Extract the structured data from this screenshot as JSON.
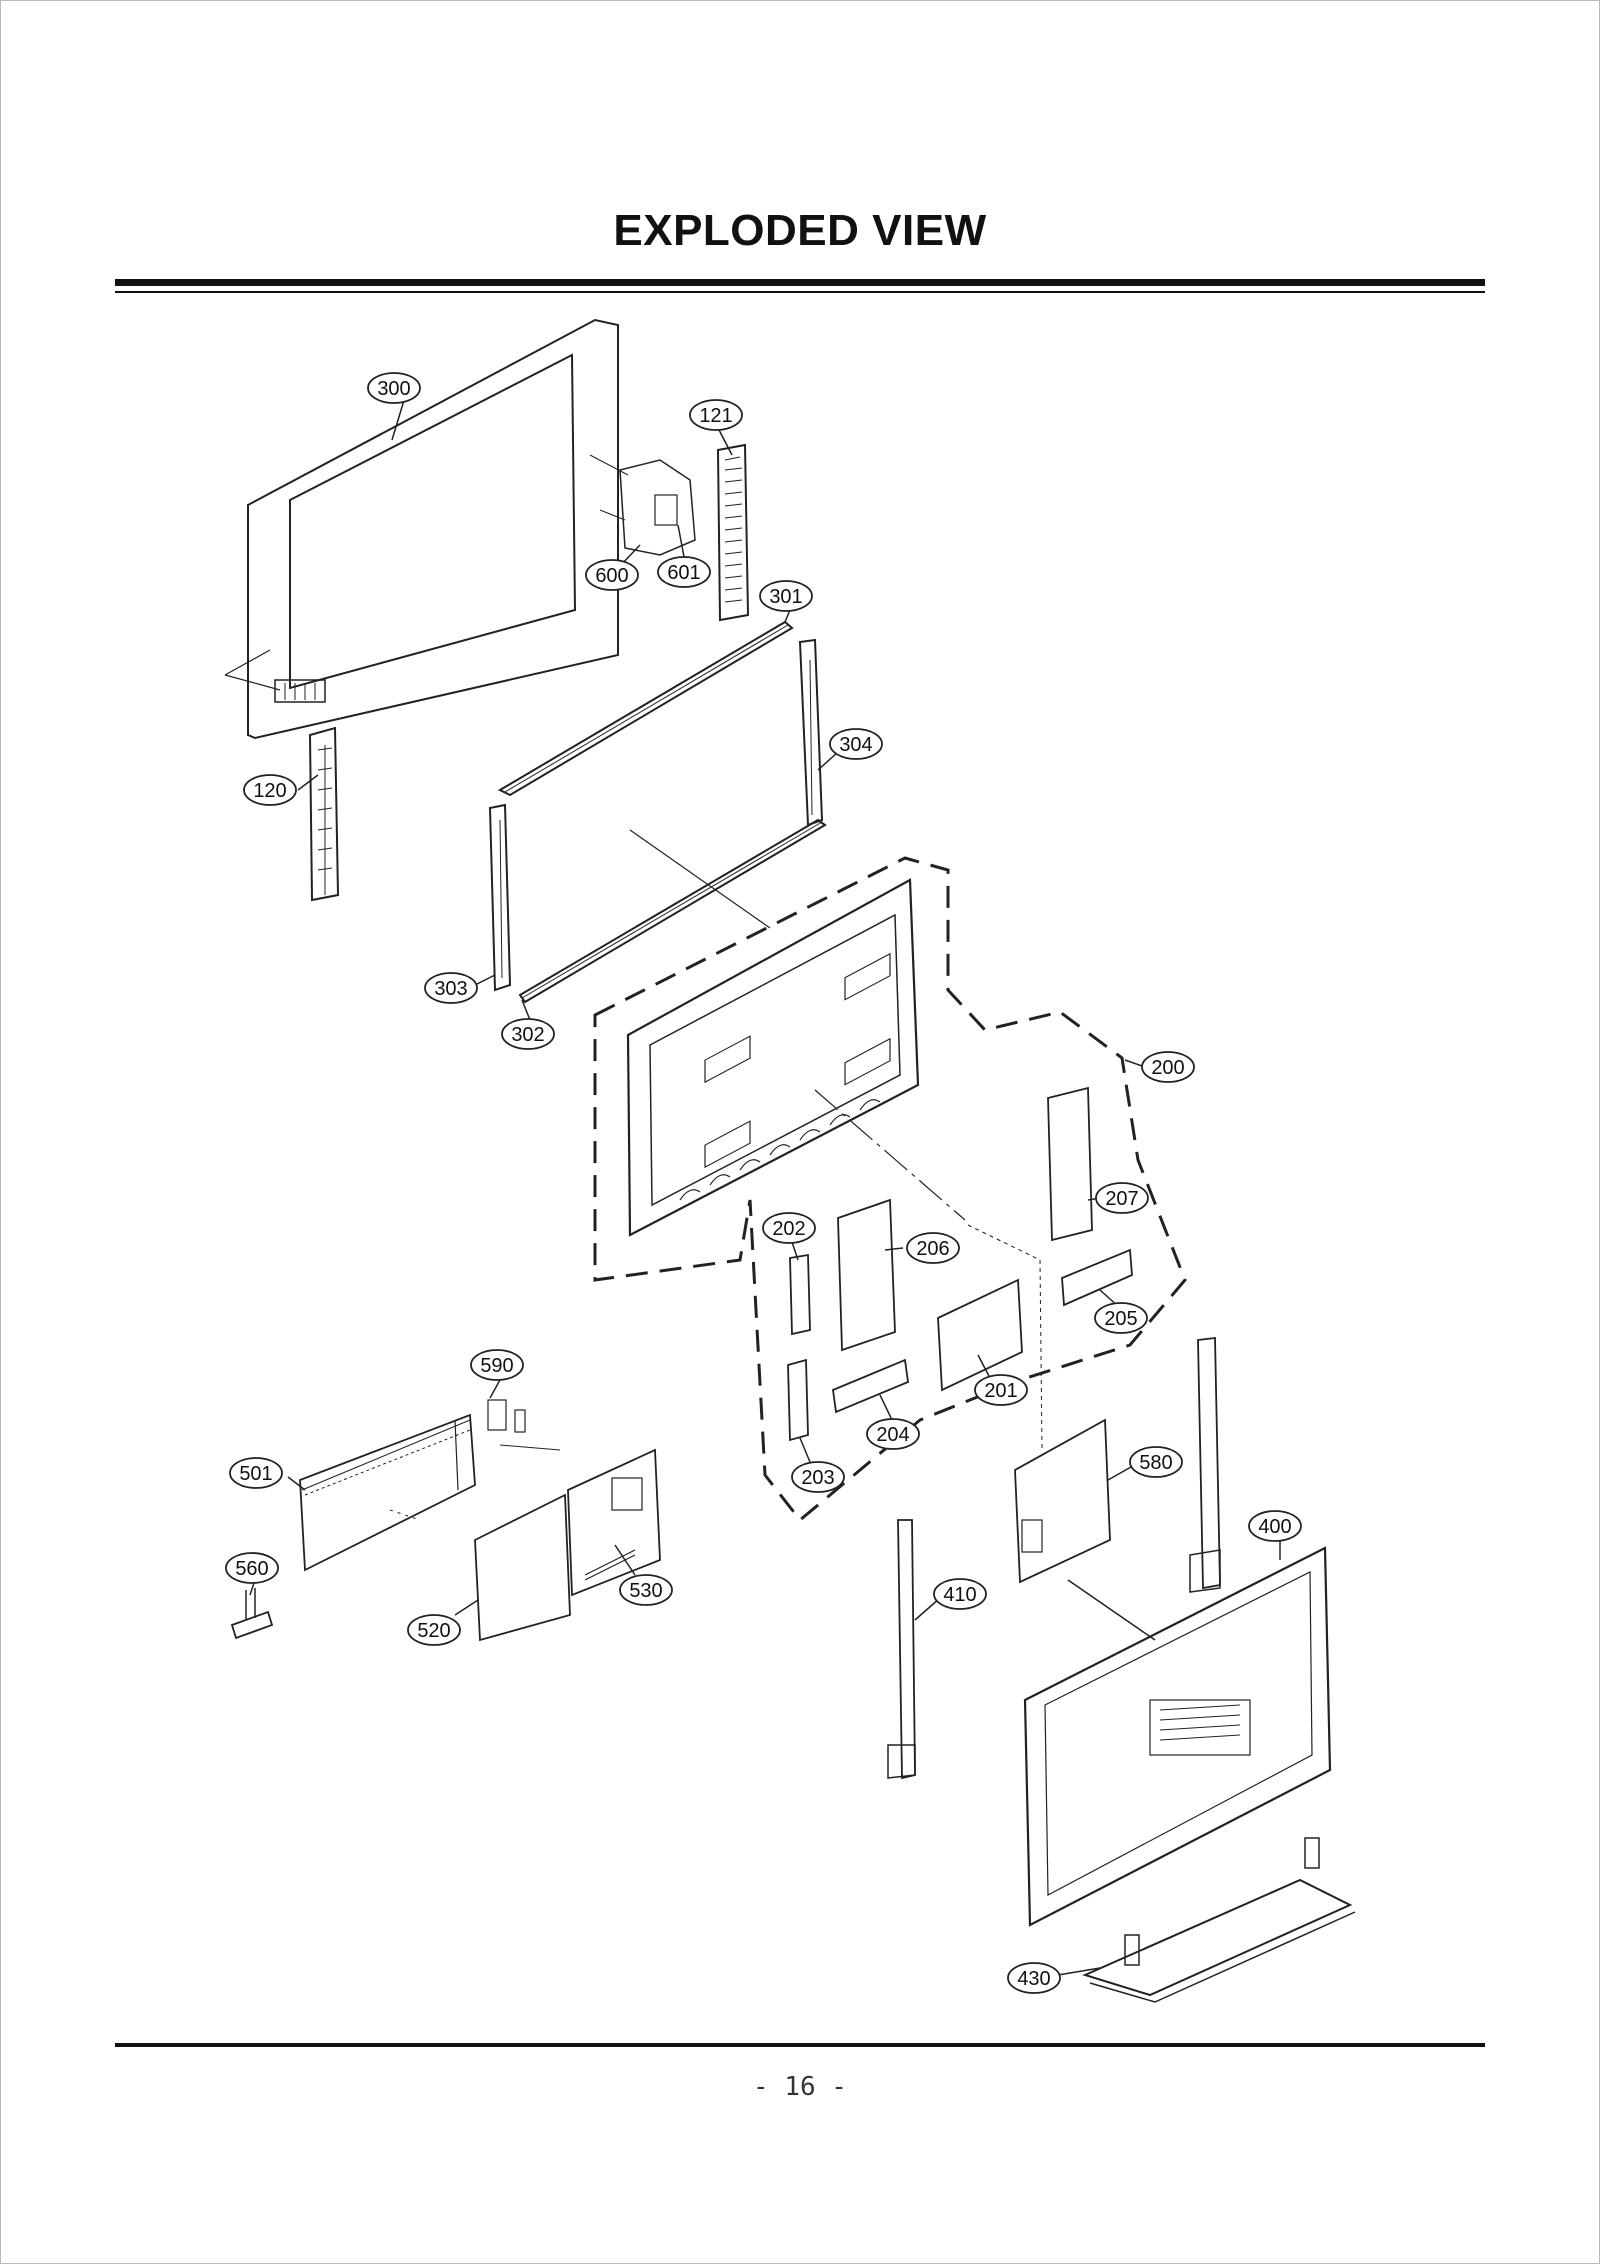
{
  "page": {
    "title": "EXPLODED VIEW",
    "page_number": "- 16 -"
  },
  "callouts": [
    {
      "id": "c300",
      "label": "300"
    },
    {
      "id": "c121",
      "label": "121"
    },
    {
      "id": "c600",
      "label": "600"
    },
    {
      "id": "c601",
      "label": "601"
    },
    {
      "id": "c301",
      "label": "301"
    },
    {
      "id": "c304",
      "label": "304"
    },
    {
      "id": "c120",
      "label": "120"
    },
    {
      "id": "c303",
      "label": "303"
    },
    {
      "id": "c302",
      "label": "302"
    },
    {
      "id": "c200",
      "label": "200"
    },
    {
      "id": "c207",
      "label": "207"
    },
    {
      "id": "c202",
      "label": "202"
    },
    {
      "id": "c206",
      "label": "206"
    },
    {
      "id": "c205",
      "label": "205"
    },
    {
      "id": "c201",
      "label": "201"
    },
    {
      "id": "c204",
      "label": "204"
    },
    {
      "id": "c203",
      "label": "203"
    },
    {
      "id": "c590",
      "label": "590"
    },
    {
      "id": "c501",
      "label": "501"
    },
    {
      "id": "c560",
      "label": "560"
    },
    {
      "id": "c520",
      "label": "520"
    },
    {
      "id": "c530",
      "label": "530"
    },
    {
      "id": "c580",
      "label": "580"
    },
    {
      "id": "c400",
      "label": "400"
    },
    {
      "id": "c410",
      "label": "410"
    },
    {
      "id": "c430",
      "label": "430"
    }
  ]
}
